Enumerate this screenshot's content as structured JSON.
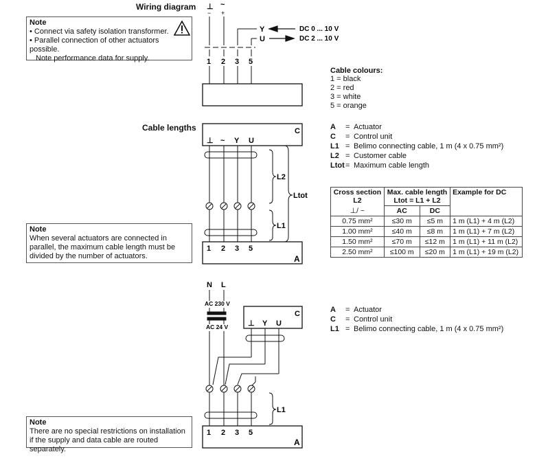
{
  "wiring": {
    "title": "Wiring diagram",
    "note": {
      "title": "Note",
      "items": [
        "Connect via safety isolation transformer.",
        "Parallel connection of other actuators possible.",
        "Note performance data for supply."
      ]
    },
    "signals": [
      {
        "letter": "Y",
        "text": "DC 0 ... 10 V"
      },
      {
        "letter": "U",
        "text": "DC 2 ... 10 V"
      }
    ],
    "top_symbols": [
      "⊥",
      "~"
    ],
    "top_sub": [
      "−",
      "+"
    ],
    "terminals": [
      "1",
      "2",
      "3",
      "5"
    ]
  },
  "cable_colours": {
    "title": "Cable colours:",
    "items": [
      "1 = black",
      "2 = red",
      "3 = white",
      "5 = orange"
    ]
  },
  "cable_lengths": {
    "title": "Cable lengths",
    "box_c": "C",
    "box_a": "A",
    "top_labels": [
      "⊥",
      "~",
      "Y",
      "U"
    ],
    "terminals": [
      "1",
      "2",
      "3",
      "5"
    ],
    "l2": "L2",
    "l1": "L1",
    "ltot": "Ltot",
    "legend": [
      {
        "key": "A",
        "text": "Actuator"
      },
      {
        "key": "C",
        "text": "Control unit"
      },
      {
        "key": "L1",
        "text": "Belimo connecting cable, 1 m (4 x 0.75 mm²)"
      },
      {
        "key": "L2",
        "text": "Customer cable"
      },
      {
        "key": "Ltot",
        "text": "Maximum cable length"
      }
    ],
    "note": {
      "title": "Note",
      "text": "When several actuators are connected in parallel, the maximum cable length must be divided by the number of actuators."
    }
  },
  "table": {
    "h_cross": "Cross section",
    "h_cross_sub": "L2",
    "h_max": "Max. cable length",
    "h_max_sub": "Ltot = L1 + L2",
    "h_example": "Example for DC",
    "sub_cross": "⊥/ ~",
    "sub_ac": "AC",
    "sub_dc": "DC",
    "rows": [
      {
        "cross": "0.75 mm²",
        "ac": "≤30 m",
        "dc": "≤5 m",
        "example": "1 m (L1) + 4 m (L2)"
      },
      {
        "cross": "1.00 mm²",
        "ac": "≤40 m",
        "dc": "≤8 m",
        "example": "1 m (L1) + 7 m (L2)"
      },
      {
        "cross": "1.50 mm²",
        "ac": "≤70 m",
        "dc": "≤12 m",
        "example": "1 m (L1) + 11 m (L2)"
      },
      {
        "cross": "2.50 mm²",
        "ac": "≤100 m",
        "dc": "≤20 m",
        "example": "1 m (L1) + 19 m (L2)"
      }
    ]
  },
  "third": {
    "nl": [
      "N",
      "L"
    ],
    "ac230": "AC 230 V",
    "ac24": "AC 24 V",
    "box_c": "C",
    "box_a": "A",
    "top_labels": [
      "⊥",
      "Y",
      "U"
    ],
    "terminals": [
      "1",
      "2",
      "3",
      "5"
    ],
    "l1": "L1",
    "legend": [
      {
        "key": "A",
        "text": "Actuator"
      },
      {
        "key": "C",
        "text": "Control unit"
      },
      {
        "key": "L1",
        "text": "Belimo connecting cable, 1 m (4 x 0.75 mm²)"
      }
    ],
    "note": {
      "title": "Note",
      "text": "There are no special restrictions on installation if the supply and data cable are routed separately."
    }
  }
}
